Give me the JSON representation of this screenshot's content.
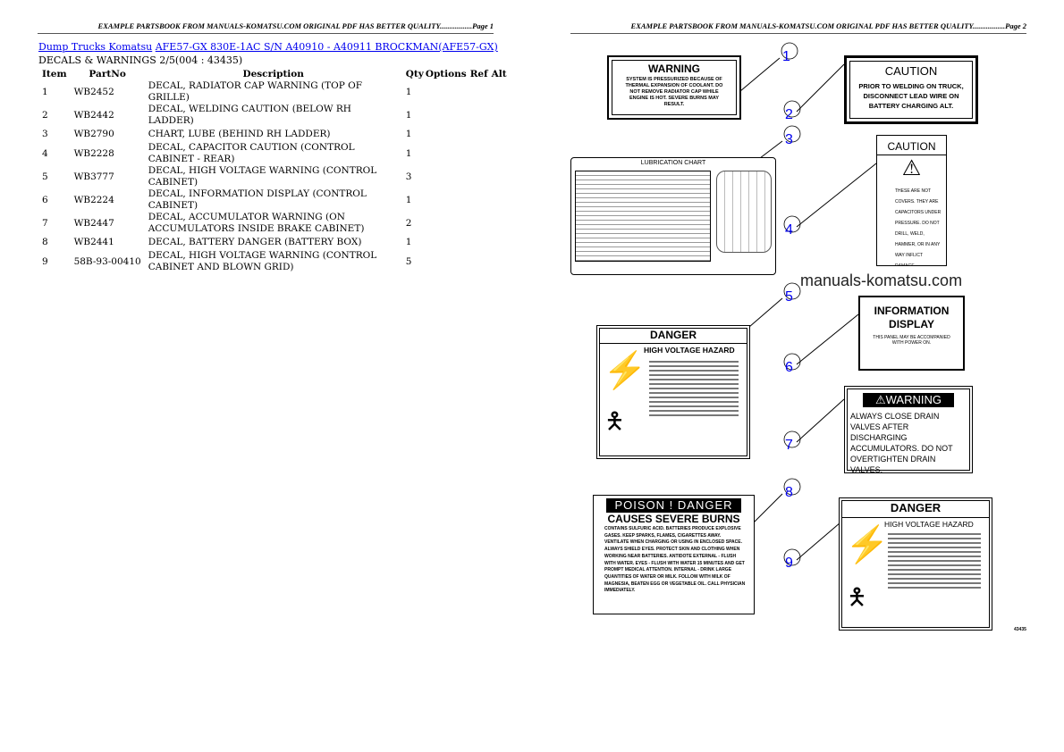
{
  "page1": {
    "header": "EXAMPLE PARTSBOOK FROM MANUALS-KOMATSU.COM ORIGINAL PDF HAS BETTER QUALITY.................Page 1",
    "breadcrumb": {
      "link1": "Dump Trucks Komatsu",
      "link2": "AFE57-GX 830E-1AC S/N A40910 - A40911 BROCKMAN(AFE57-GX)"
    },
    "subtitle": "DECALS & WARNINGS 2/5(004 : 43435)",
    "columns": [
      "Item",
      "PartNo",
      "Description",
      "Qty",
      "Options",
      "Ref",
      "Alt"
    ],
    "rows": [
      {
        "item": "1",
        "part": "WB2452",
        "desc": "DECAL, RADIATOR CAP WARNING (TOP OF GRILLE)",
        "qty": "1"
      },
      {
        "item": "2",
        "part": "WB2442",
        "desc": "DECAL, WELDING CAUTION (BELOW RH LADDER)",
        "qty": "1"
      },
      {
        "item": "3",
        "part": "WB2790",
        "desc": "CHART, LUBE (BEHIND RH LADDER)",
        "qty": "1"
      },
      {
        "item": "4",
        "part": "WB2228",
        "desc": "DECAL, CAPACITOR CAUTION (CONTROL CABINET - REAR)",
        "qty": "1"
      },
      {
        "item": "5",
        "part": "WB3777",
        "desc": "DECAL, HIGH VOLTAGE WARNING (CONTROL CABINET)",
        "qty": "3"
      },
      {
        "item": "6",
        "part": "WB2224",
        "desc": "DECAL, INFORMATION DISPLAY (CONTROL CABINET)",
        "qty": "1"
      },
      {
        "item": "7",
        "part": "WB2447",
        "desc": "DECAL, ACCUMULATOR WARNING (ON ACCUMULATORS INSIDE BRAKE CABINET)",
        "qty": "2"
      },
      {
        "item": "8",
        "part": "WB2441",
        "desc": "DECAL, BATTERY DANGER (BATTERY BOX)",
        "qty": "1"
      },
      {
        "item": "9",
        "part": "58B-93-00410",
        "desc": "DECAL, HIGH VOLTAGE WARNING (CONTROL CABINET AND BLOWN GRID)",
        "qty": "5"
      }
    ]
  },
  "page2": {
    "header": "EXAMPLE PARTSBOOK FROM MANUALS-KOMATSU.COM ORIGINAL PDF HAS BETTER QUALITY.................Page 2",
    "watermark": "manuals-komatsu.com",
    "figure_number": "43435",
    "decals": {
      "d1": {
        "title": "WARNING",
        "text": "SYSTEM IS PRESSURIZED BECAUSE OF THERMAL EXPANSION OF COOLANT. DO NOT REMOVE RADIATOR CAP WHILE ENGINE IS HOT. SEVERE BURNS MAY RESULT."
      },
      "d2": {
        "title": "CAUTION",
        "text": "PRIOR TO WELDING ON TRUCK, DISCONNECT LEAD WIRE ON BATTERY CHARGING ALT."
      },
      "d3": {
        "title": "LUBRICATION CHART"
      },
      "d4": {
        "title": "CAUTION",
        "text": "THESE ARE NOT COVERS. THEY ARE CAPACITORS UNDER PRESSURE. DO NOT DRILL, WELD, HAMMER, OR IN ANY WAY INFLICT DAMAGE."
      },
      "d5": {
        "title": "DANGER",
        "subtitle": "HIGH VOLTAGE HAZARD"
      },
      "d6": {
        "title": "INFORMATION DISPLAY",
        "text": "THIS PANEL MAY BE ACCOMPANIED WITH POWER ON."
      },
      "d7": {
        "title": "WARNING",
        "text": "ALWAYS CLOSE DRAIN VALVES AFTER DISCHARGING ACCUMULATORS. DO NOT OVERTIGHTEN DRAIN VALVES."
      },
      "d8": {
        "title": "POISON ! DANGER",
        "subtitle": "CAUSES SEVERE BURNS",
        "text": "CONTAINS SULFURIC ACID. BATTERIES PRODUCE EXPLOSIVE GASES. KEEP SPARKS, FLAMES, CIGARETTES AWAY. VENTILATE WHEN CHARGING OR USING IN ENCLOSED SPACE. ALWAYS SHIELD EYES. PROTECT SKIN AND CLOTHING WHEN WORKING NEAR BATTERIES. ANTIDOTE EXTERNAL - FLUSH WITH WATER. EYES - FLUSH WITH WATER 15 MINUTES AND GET PROMPT MEDICAL ATTENTION. INTERNAL - DRINK LARGE QUANTITIES OF WATER OR MILK. FOLLOW WITH MILK OF MAGNESIA, BEATEN EGG OR VEGETABLE OIL. CALL PHYSICIAN IMMEDIATELY."
      },
      "d9": {
        "title": "DANGER",
        "subtitle": "HIGH VOLTAGE HAZARD"
      }
    },
    "callouts": [
      "1",
      "2",
      "3",
      "4",
      "5",
      "6",
      "7",
      "8",
      "9"
    ],
    "callout_color": "#0000ee"
  }
}
